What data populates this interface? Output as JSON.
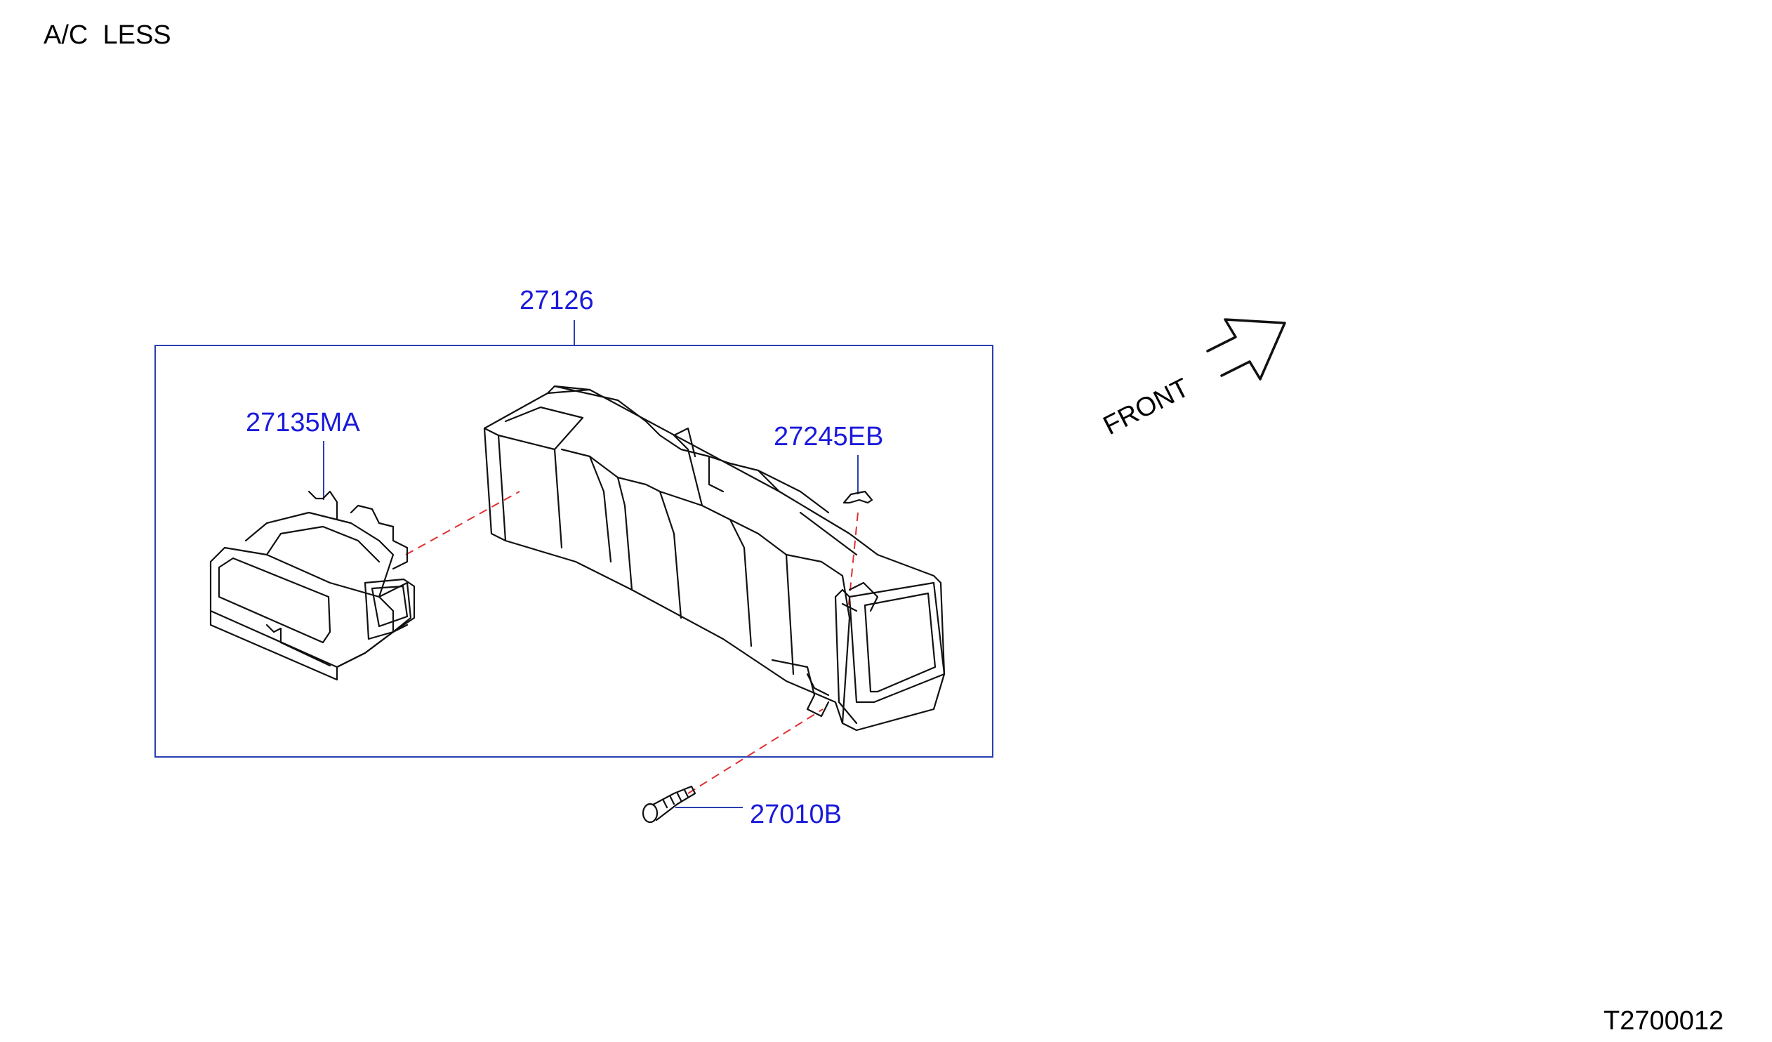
{
  "header": {
    "title": "A/C  LESS"
  },
  "parts": {
    "duct_assembly": "27126",
    "grille": "27135MA",
    "clip": "27245EB",
    "screw": "27010B"
  },
  "orientation": {
    "label": "FRONT"
  },
  "footer": {
    "diagram_id": "T2700012"
  }
}
